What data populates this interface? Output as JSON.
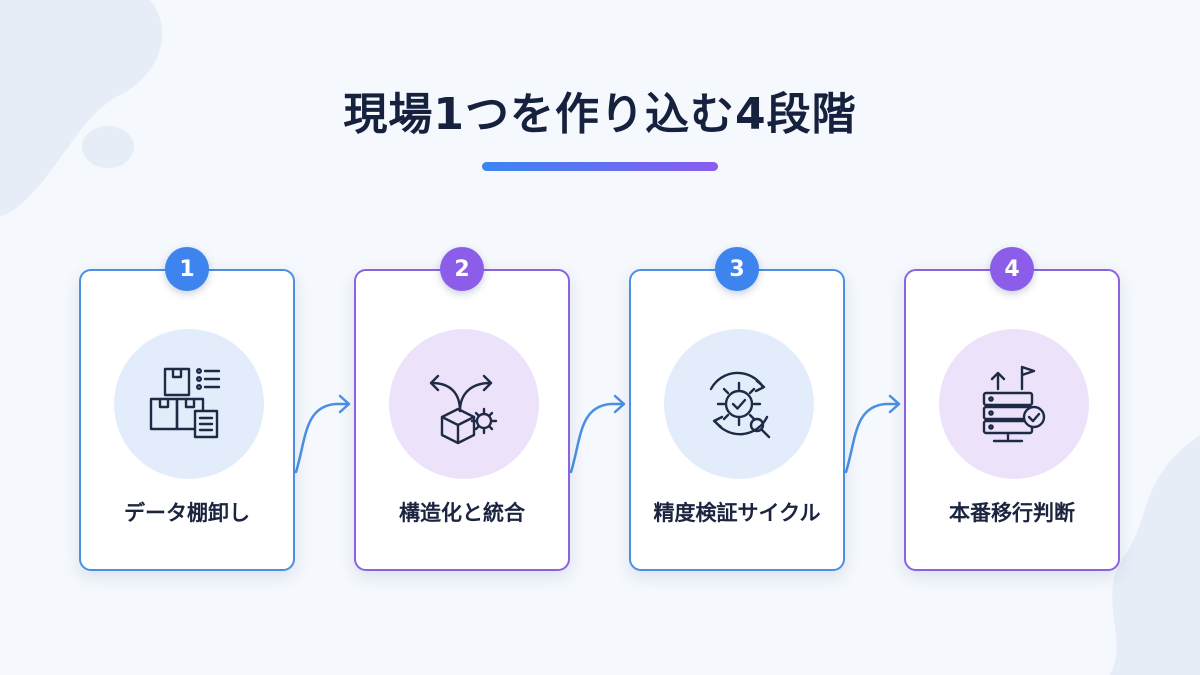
{
  "title": "現場1つを作り込む4段階",
  "colors": {
    "blue": "#4b8fe4",
    "purple": "#8b63e0",
    "title": "#16213e"
  },
  "steps": [
    {
      "number": "1",
      "label": "データ棚卸し",
      "icon": "inventory-boxes-icon",
      "accent": "blue"
    },
    {
      "number": "2",
      "label": "構造化と統合",
      "icon": "branching-arrows-gear-icon",
      "accent": "purple"
    },
    {
      "number": "3",
      "label": "精度検証サイクル",
      "icon": "gear-cycle-check-icon",
      "accent": "blue"
    },
    {
      "number": "4",
      "label": "本番移行判断",
      "icon": "server-flag-check-icon",
      "accent": "purple"
    }
  ]
}
